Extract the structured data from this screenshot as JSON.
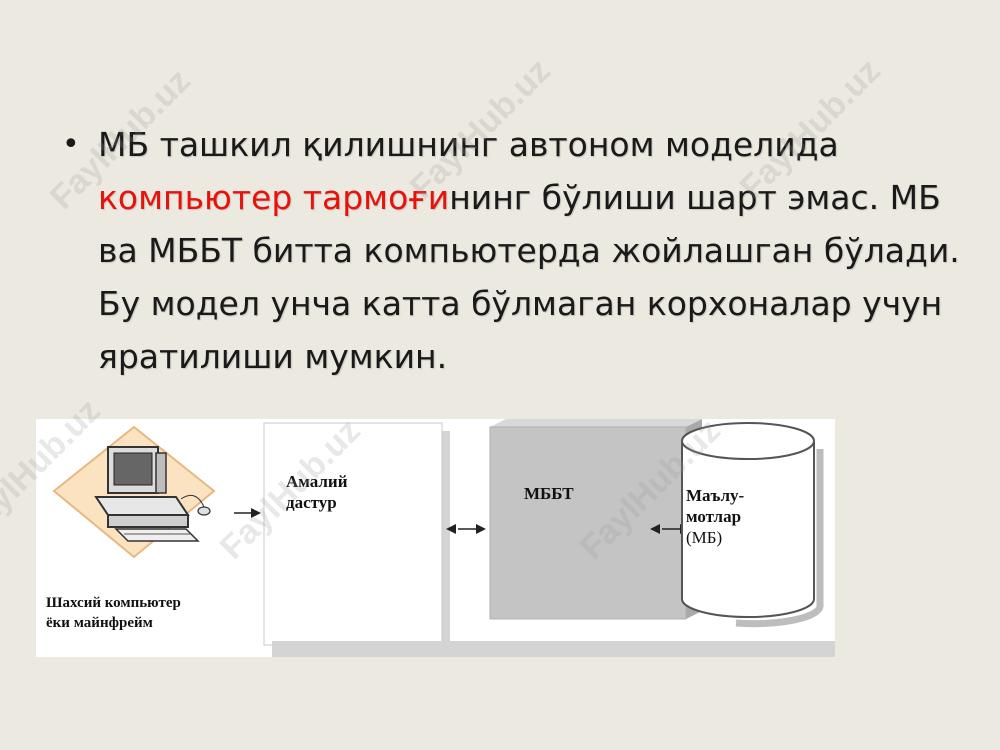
{
  "slide": {
    "bullet": "•",
    "text_part1": "МБ ташкил қилишнинг автоном моделида ",
    "text_highlight": "компьютер тармоғи",
    "text_part2": "нинг бўлиши шарт эмас. МБ ва МББТ битта компьютерда жойлашган бўлади. Бу модел унча катта бўлмаган корхоналар учун яратилиши мумкин.",
    "highlight_color": "#e8120c"
  },
  "diagram": {
    "computer_label_line1": "Шахсий компьютер",
    "computer_label_line2": "ёки майнфрейм",
    "app_label_line1": "Амалий",
    "app_label_line2": "дастур",
    "dbms_label": "МББТ",
    "db_label_line1": "Маълу-",
    "db_label_line2": "мотлар",
    "db_label_line3": "(МБ)"
  },
  "watermark": "FaylHub.uz"
}
